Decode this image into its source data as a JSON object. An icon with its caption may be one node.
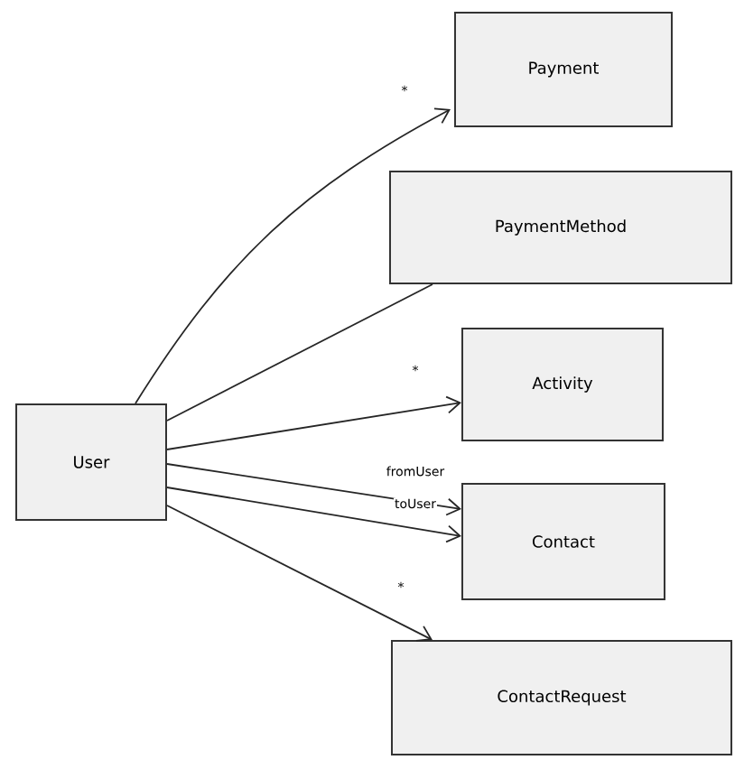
{
  "diagram": {
    "nodes": [
      {
        "text": [
          "User"
        ]
      },
      {
        "text": [
          "Payment"
        ]
      },
      {
        "text": [
          "PaymentMethod"
        ]
      },
      {
        "text": [
          "Activity"
        ]
      },
      {
        "text": [
          "Contact"
        ]
      },
      {
        "text": [
          "ContactRequest"
        ]
      }
    ],
    "edges": [
      {
        "from": 0,
        "to": 1,
        "arrow": "to",
        "label": "*"
      },
      {
        "from": 0,
        "to": 2,
        "arrow": "none"
      },
      {
        "from": 0,
        "to": 3,
        "arrow": "to",
        "label": "*"
      },
      {
        "from": 0,
        "to": 4,
        "arrow": "to",
        "label": "fromUser"
      },
      {
        "from": 0,
        "to": 4,
        "arrow": "to",
        "label": "toUser"
      },
      {
        "from": 0,
        "to": 5,
        "arrow": "to",
        "label": "*"
      }
    ]
  }
}
